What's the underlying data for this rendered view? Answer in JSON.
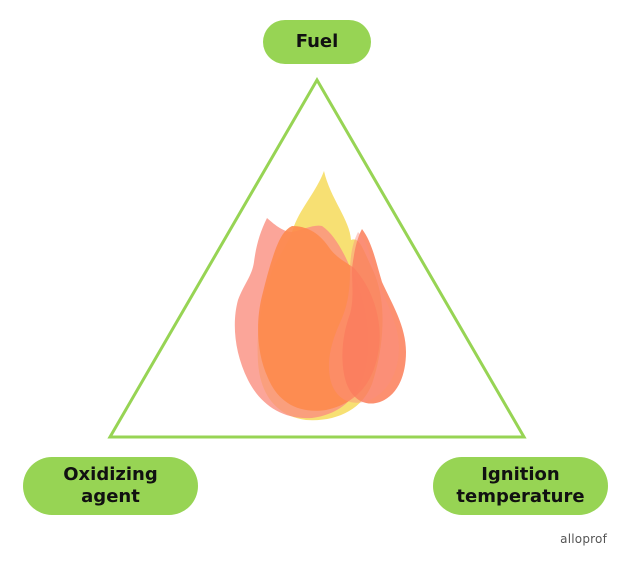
{
  "labels": {
    "fuel": "Fuel",
    "oxidizing_line1": "Oxidizing",
    "oxidizing_line2": "agent",
    "ignition_line1": "Ignition",
    "ignition_line2": "temperature"
  },
  "brand": {
    "text": "alloprof"
  },
  "colors": {
    "triangle": "#97d454",
    "pill": "#97d454",
    "flame_yellow": "#f6da5b",
    "flame_salmon": "#fa8f80",
    "flame_orange": "#fd8a4c",
    "flame_red_orange": "#fb6b40"
  }
}
